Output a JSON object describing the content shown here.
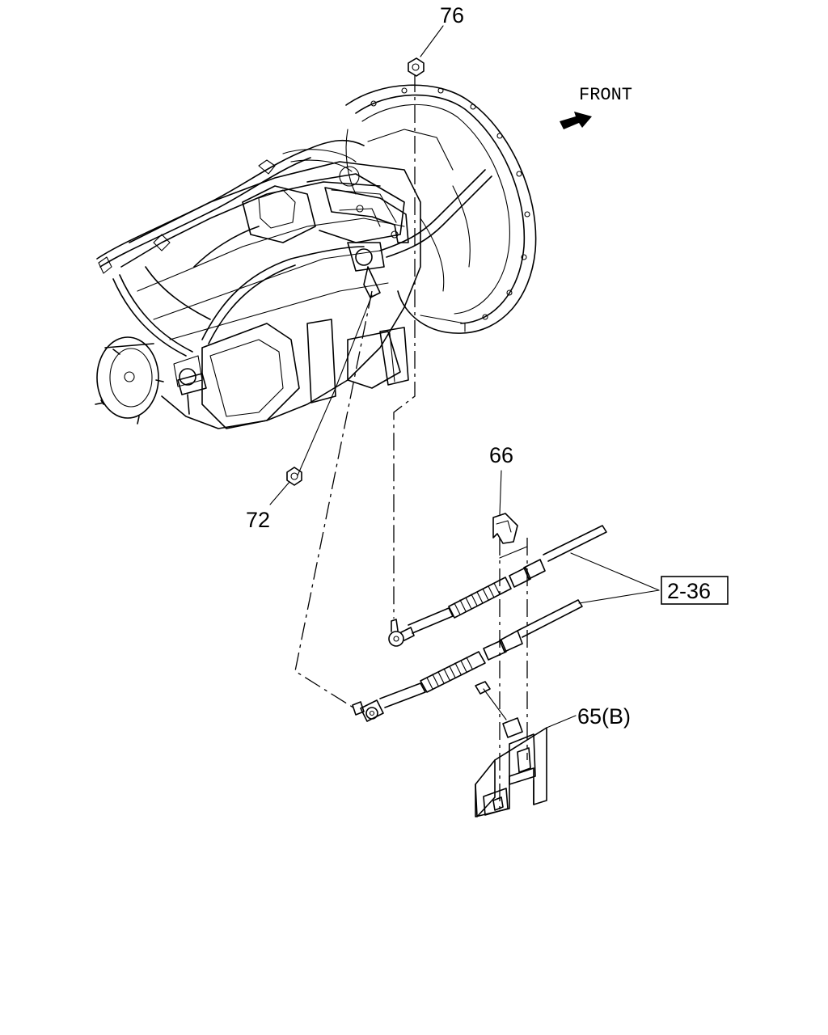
{
  "diagram": {
    "orientation_label": "FRONT",
    "callouts": {
      "nut_top": "76",
      "nut_left": "72",
      "clip": "66",
      "bracket": "65(B)",
      "cable_ref": "2-36"
    }
  },
  "colors": {
    "ink": "#000000",
    "paper": "#ffffff"
  }
}
